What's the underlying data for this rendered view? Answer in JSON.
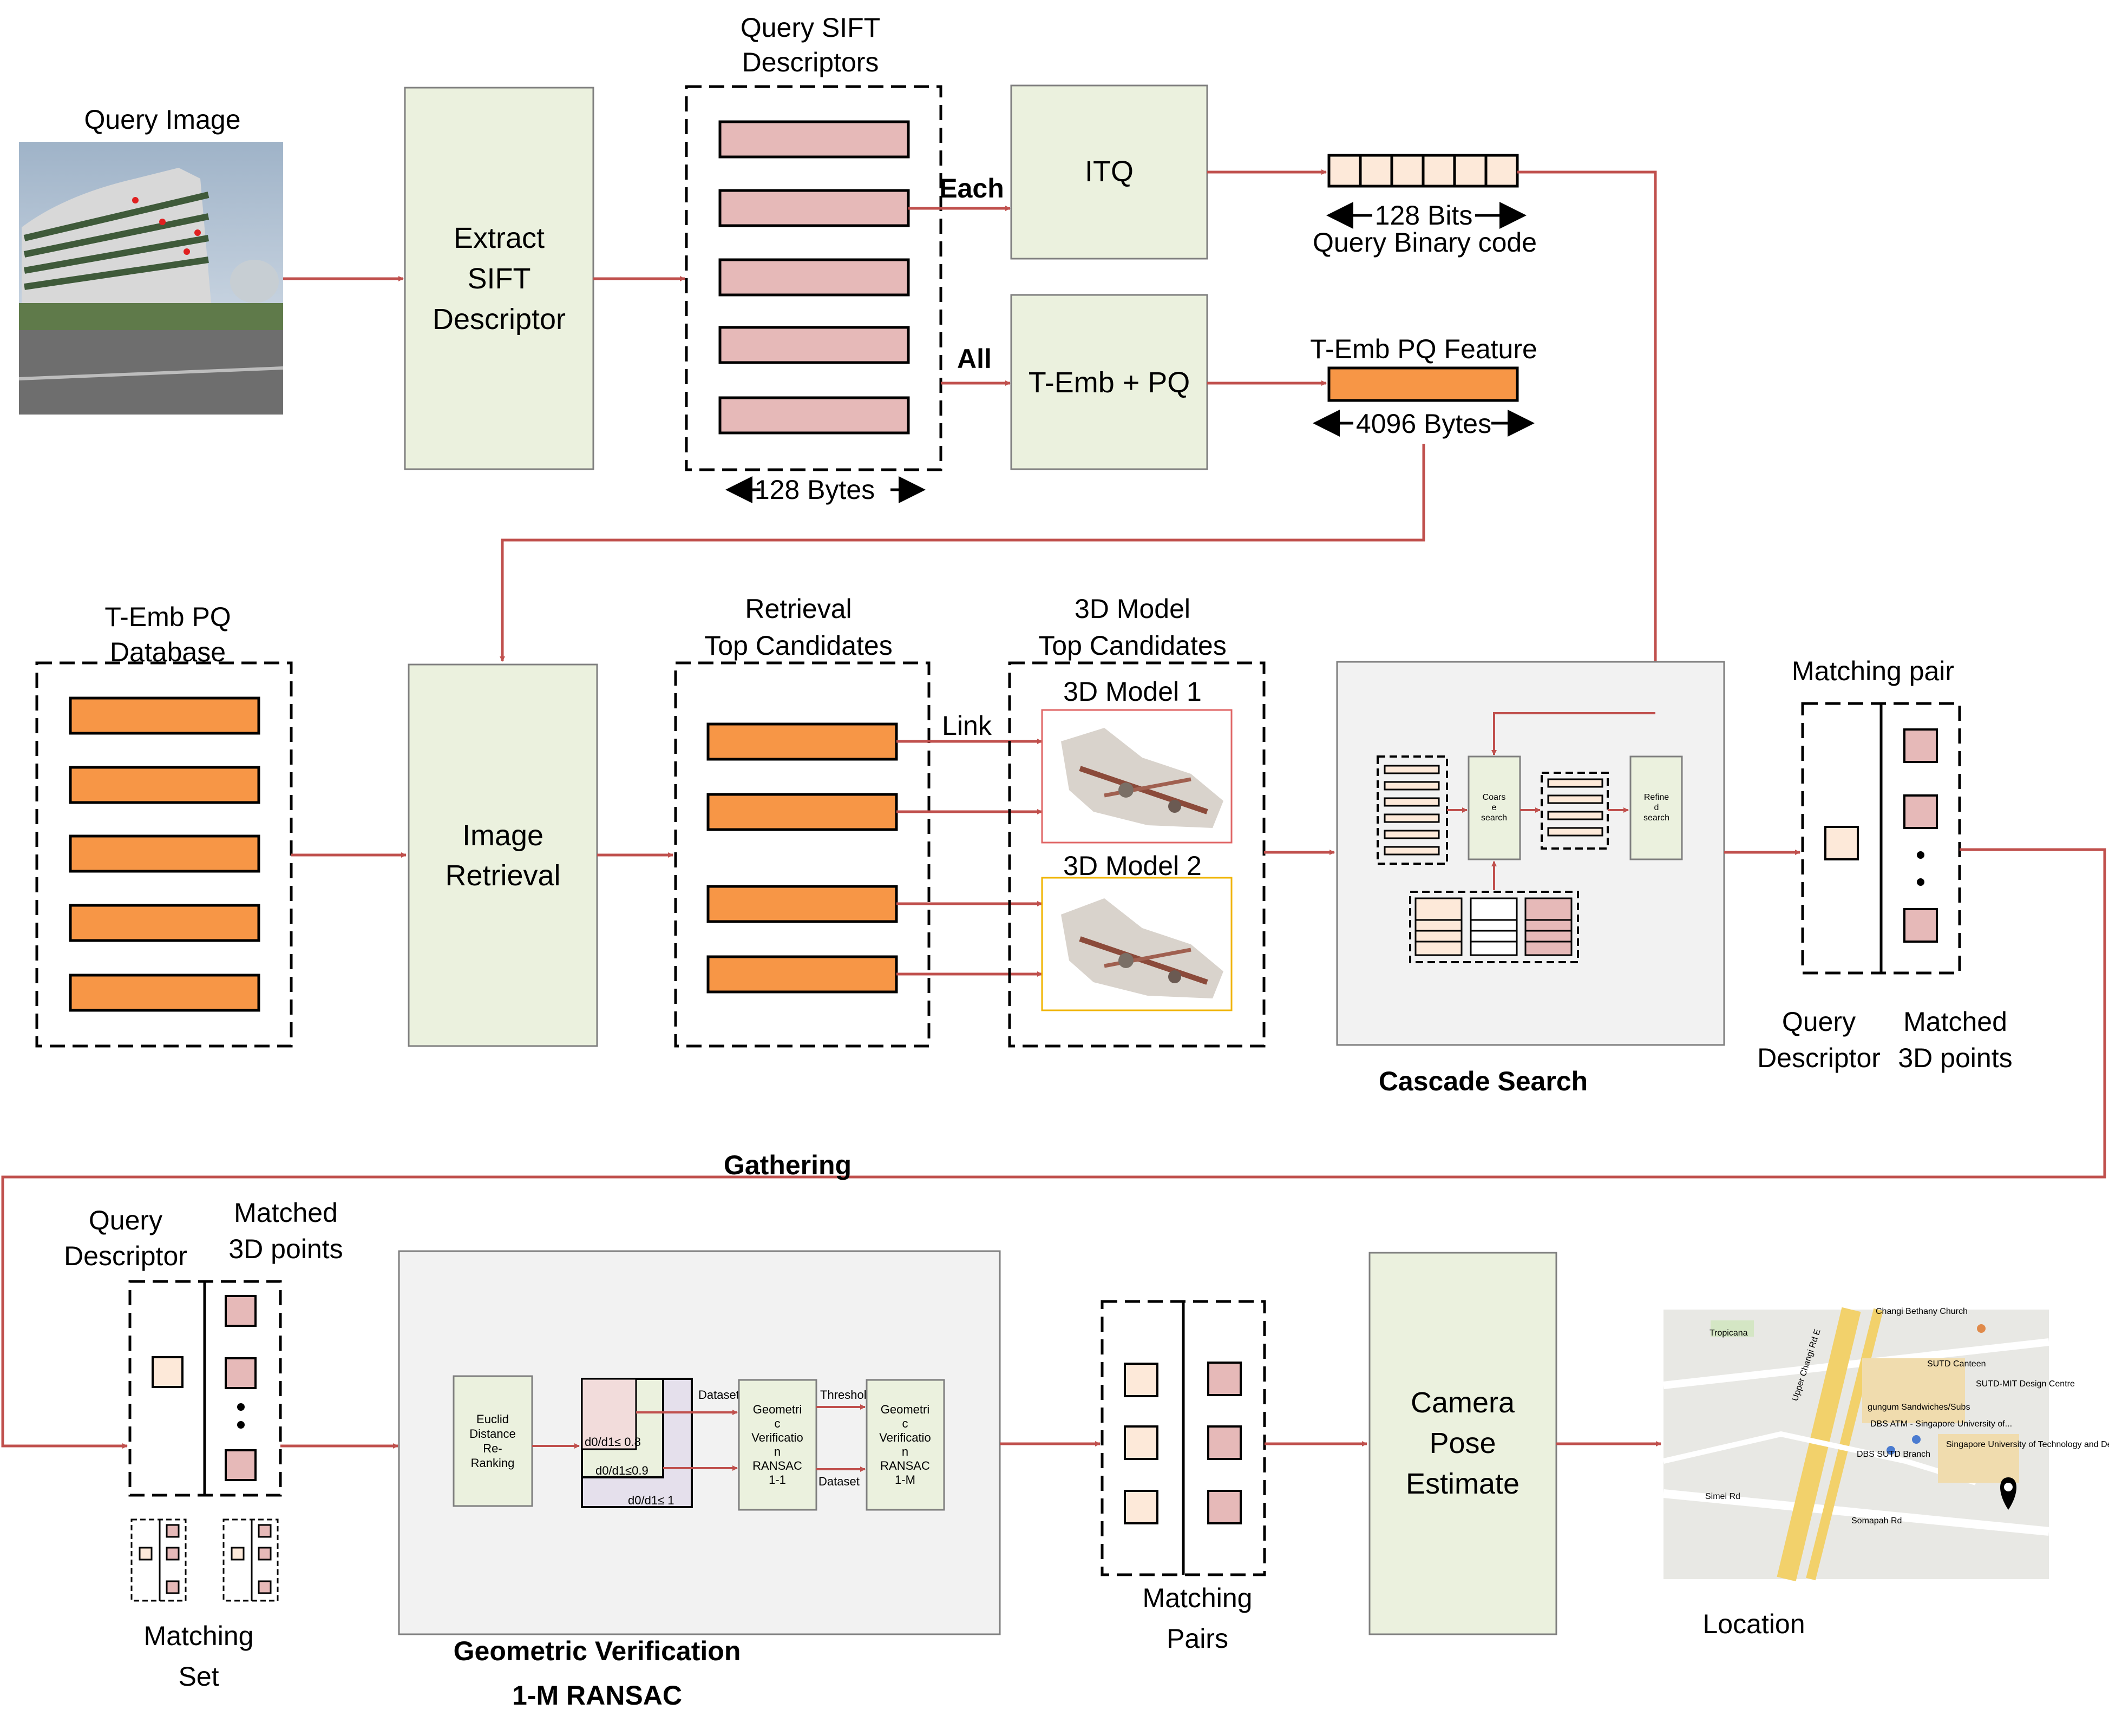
{
  "labels": {
    "query_image": "Query Image",
    "extract_sift_lines": [
      "Extract",
      "SIFT",
      "Descriptor"
    ],
    "query_sift_lines": [
      "Query SIFT",
      "Descriptors"
    ],
    "bytes_128": "128 Bytes",
    "each": "Each",
    "all": "All",
    "itq": "ITQ",
    "temb_pq": "T-Emb + PQ",
    "bits_128": "128 Bits",
    "query_binary_code": "Query Binary code",
    "temb_pq_feature": "T-Emb PQ Feature",
    "bytes_4096": "4096 Bytes",
    "temb_pq_database_lines": [
      "T-Emb PQ",
      "Database"
    ],
    "image_retrieval_lines": [
      "Image",
      "Retrieval"
    ],
    "retrieval_top_lines": [
      "Retrieval",
      "Top Candidates"
    ],
    "model_top_lines": [
      "3D Model",
      "Top Candidates"
    ],
    "model_1": "3D Model 1",
    "model_2": "3D Model 2",
    "link": "Link",
    "cascade_search": "Cascade Search",
    "cascade_coarse_lines": [
      "Coars",
      "e",
      "search"
    ],
    "cascade_refined_lines": [
      "Refine",
      "d",
      "search"
    ],
    "matching_pair": "Matching  pair",
    "query_descriptor_lines": [
      "Query",
      "Descriptor"
    ],
    "matched_3d_lines": [
      "Matched",
      "3D points"
    ],
    "gathering": "Gathering",
    "matching_set_lines": [
      "Matching",
      "Set"
    ],
    "geometric_verification_lines": [
      "Geometric Verification",
      "1-M RANSAC"
    ],
    "gv_euclid_lines": [
      "Euclid",
      "Distance",
      "Re-",
      "Ranking"
    ],
    "gv_ratio_08": "d0/d1≤ 0.8",
    "gv_ratio_09": "d0/d1≤0.9",
    "gv_ratio_1": "d0/d1≤ 1",
    "gv_dataset": "Dataset",
    "gv_threshold": "Threshold",
    "gv_verif_11_lines": [
      "Geometri",
      "c",
      "Verificatio",
      "n",
      "RANSAC",
      "1-1"
    ],
    "gv_verif_1m_lines": [
      "Geometri",
      "c",
      "Verificatio",
      "n",
      "RANSAC",
      "1-M"
    ],
    "matching_pairs_lines": [
      "Matching",
      "Pairs"
    ],
    "camera_pose_lines": [
      "Camera",
      "Pose",
      "Estimate"
    ],
    "location": "Location",
    "map_labels": [
      "Tropicana",
      "Changi Bethany Church",
      "SUTD Canteen",
      "SUTD-MIT Design Centre",
      "gungum Sandwiches/Subs",
      "DBS ATM - Singapore University of...",
      "DBS SUTD Branch",
      "Singapore University of Technology and Design",
      "Simei Rd",
      "Somapah Rd",
      "Upper Changi Rd E"
    ]
  },
  "colors": {
    "arrow": "#c0504d",
    "process_fill": "#ebf1de",
    "pink_desc": "#e6b9b8",
    "orange_desc": "#f79646",
    "light_peach": "#fde9d9",
    "panel_gray": "#f2f2f2",
    "panel_stroke": "#7f7f7f",
    "model1_frame": "#e06666",
    "model2_frame": "#f0b400",
    "map_bg": "#e8e8e4",
    "map_road": "#f2d16b"
  },
  "icons": {
    "query_photo": "building-photo",
    "point_cloud": "point-cloud",
    "map": "map-with-pin",
    "location_pin": "location-pin-icon"
  }
}
